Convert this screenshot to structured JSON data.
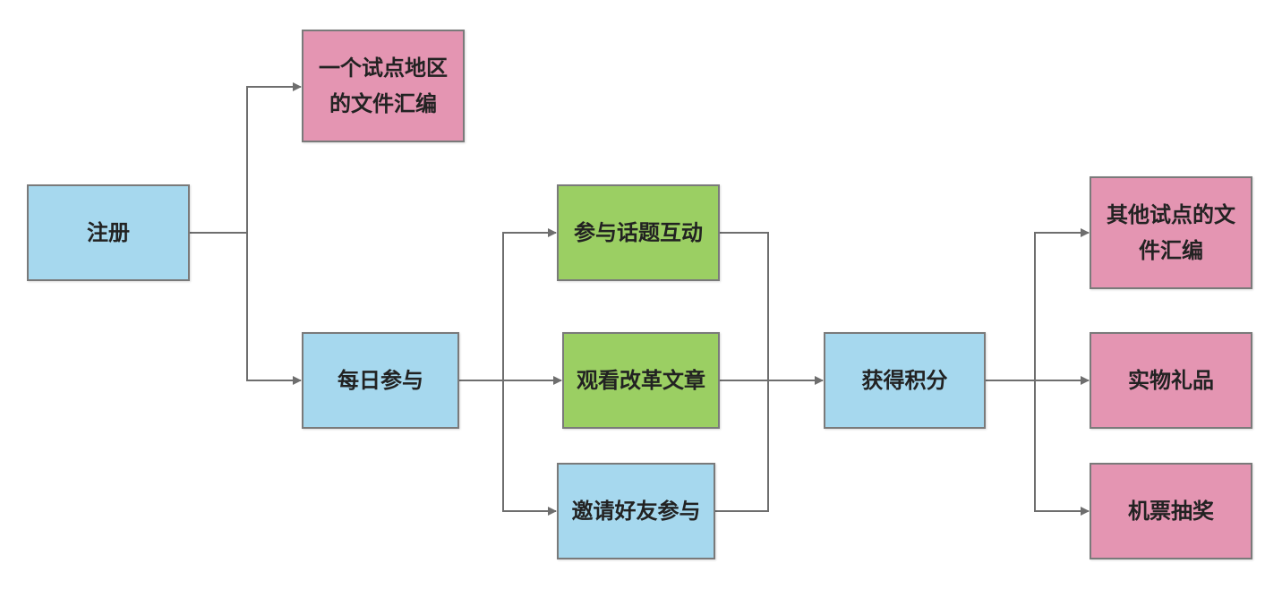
{
  "colors": {
    "blue": "#a6d8ee",
    "pink": "#e495b2",
    "green": "#9bcf63",
    "connector": "#6e6e6e",
    "border": "#7a7a7a"
  },
  "nodes": {
    "register": "注册",
    "pilot_docs": "一个试点地区的文件汇编",
    "daily": "每日参与",
    "topic": "参与话题互动",
    "watch": "观看改革文章",
    "invite": "邀请好友参与",
    "points": "获得积分",
    "other_docs": "其他试点的文件汇编",
    "gift": "实物礼品",
    "ticket": "机票抽奖"
  },
  "edges": [
    [
      "register",
      "pilot_docs"
    ],
    [
      "register",
      "daily"
    ],
    [
      "daily",
      "topic"
    ],
    [
      "daily",
      "watch"
    ],
    [
      "daily",
      "invite"
    ],
    [
      "topic",
      "points"
    ],
    [
      "watch",
      "points"
    ],
    [
      "invite",
      "points"
    ],
    [
      "points",
      "other_docs"
    ],
    [
      "points",
      "gift"
    ],
    [
      "points",
      "ticket"
    ]
  ]
}
